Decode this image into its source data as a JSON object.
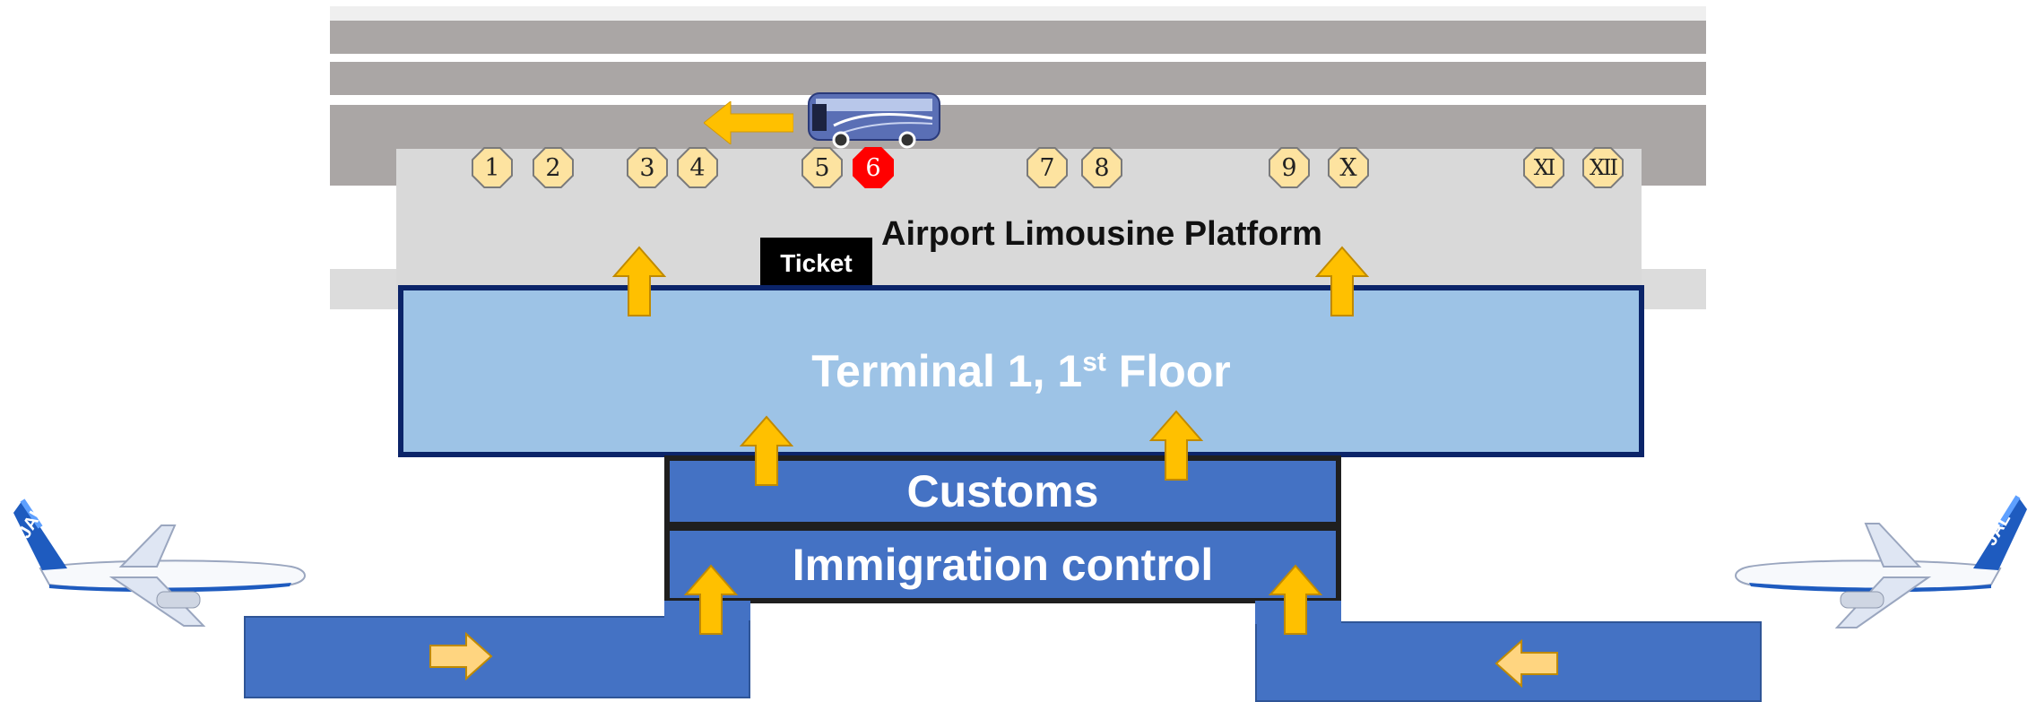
{
  "bus_stops": [
    {
      "label": "1",
      "active": false
    },
    {
      "label": "2",
      "active": false
    },
    {
      "label": "3",
      "active": false
    },
    {
      "label": "4",
      "active": false
    },
    {
      "label": "5",
      "active": false
    },
    {
      "label": "6",
      "active": true
    },
    {
      "label": "7",
      "active": false
    },
    {
      "label": "8",
      "active": false
    },
    {
      "label": "9",
      "active": false
    },
    {
      "label": "X",
      "active": false
    },
    {
      "label": "XI",
      "active": false
    },
    {
      "label": "XII",
      "active": false
    }
  ],
  "platform": {
    "title": "Airport Limousine Platform",
    "ticket_label": "Ticket"
  },
  "terminal": {
    "label_prefix": "Terminal 1, 1",
    "label_sup": "st",
    "label_suffix": " Floor"
  },
  "customs": {
    "label": "Customs"
  },
  "immigration": {
    "label": "Immigration control"
  },
  "planes": [
    {
      "livery": "JAL"
    },
    {
      "livery": "JAL"
    }
  ],
  "colors": {
    "arrow_fill": "#ffc000",
    "arrow_light": "#ffd580",
    "terminal_fill": "#9dc3e6",
    "terminal_border": "#0b2469",
    "building_blue": "#4472c4",
    "active_stop": "#ff0000",
    "stop_fill": "#fde3a0",
    "road": "#aaa6a5",
    "platform": "#d9d9d9"
  }
}
